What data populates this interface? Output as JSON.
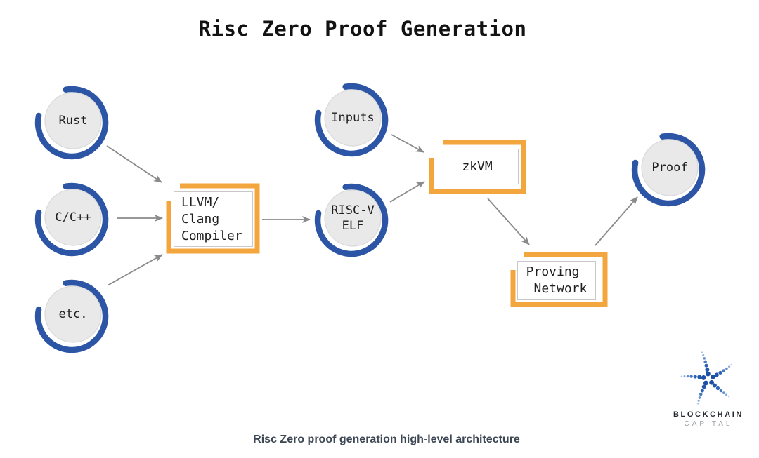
{
  "title": "Risc Zero Proof Generation",
  "caption": "Risc Zero proof generation high-level architecture",
  "colors": {
    "blue": "#2c55a5",
    "orange": "#f4a63e",
    "circle_fill": "#e9e9e9",
    "circle_edge": "#d9d9d9",
    "arrow": "#8a8a8a",
    "box_border": "#c9c9c9",
    "title_text": "#121212",
    "caption_text": "#3d4754",
    "logo_dark": "#24282e",
    "logo_gray": "#9aa0a6"
  },
  "nodes": {
    "circles": [
      {
        "id": "rust",
        "label": "Rust"
      },
      {
        "id": "cpp",
        "label": "C/C++"
      },
      {
        "id": "etc",
        "label": "etc."
      },
      {
        "id": "inputs",
        "label": "Inputs"
      },
      {
        "id": "riscv_elf",
        "label": "RISC-V\nELF"
      },
      {
        "id": "proof",
        "label": "Proof"
      }
    ],
    "boxes": [
      {
        "id": "compiler",
        "label": "LLVM/\nClang\nCompiler"
      },
      {
        "id": "zkvm",
        "label": "zkVM"
      },
      {
        "id": "proving_network",
        "label": "Proving\n Network"
      }
    ]
  },
  "edges": [
    {
      "from": "rust",
      "to": "compiler"
    },
    {
      "from": "cpp",
      "to": "compiler"
    },
    {
      "from": "etc",
      "to": "compiler"
    },
    {
      "from": "compiler",
      "to": "riscv_elf"
    },
    {
      "from": "inputs",
      "to": "zkvm"
    },
    {
      "from": "riscv_elf",
      "to": "zkvm"
    },
    {
      "from": "zkvm",
      "to": "proving_network"
    },
    {
      "from": "proving_network",
      "to": "proof"
    }
  ],
  "logo": {
    "line1": "BLOCKCHAIN",
    "line2": "CAPITAL"
  }
}
